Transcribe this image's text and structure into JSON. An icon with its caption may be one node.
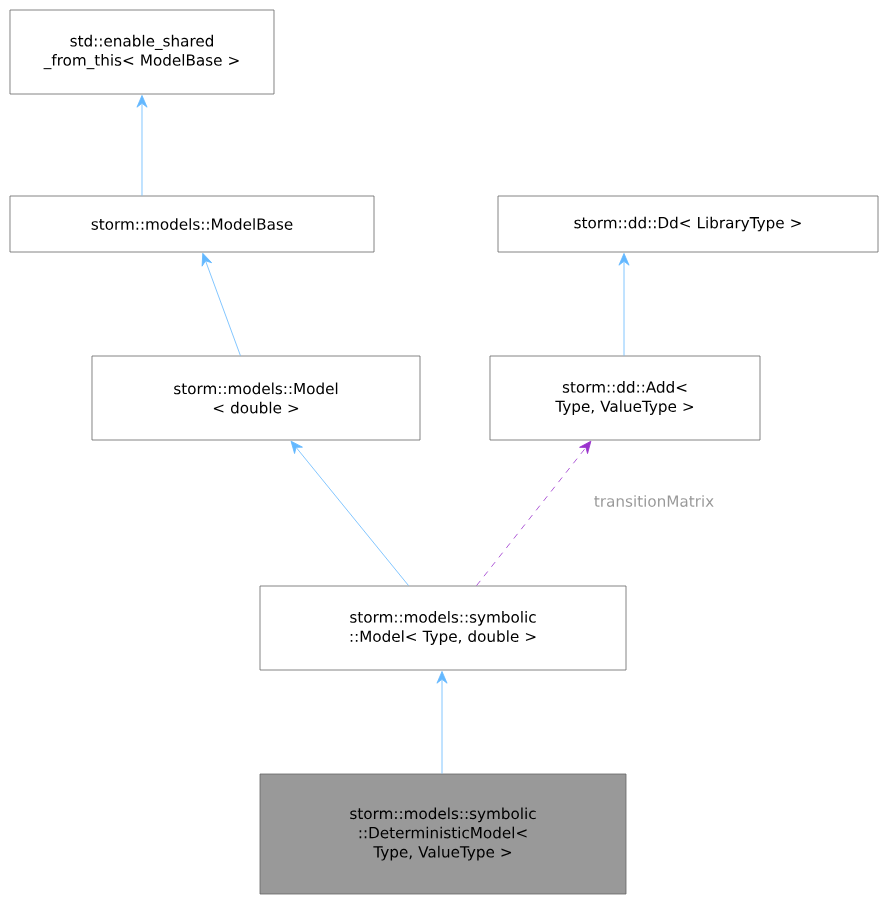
{
  "diagram": {
    "nodes": [
      {
        "text": [
          "std::enable_shared _from_this< ModelBase >"
        ]
      },
      {
        "text": [
          "storm::models::ModelBase"
        ]
      },
      {
        "text": [
          "storm::dd::Dd< LibraryType >"
        ]
      },
      {
        "text": [
          "storm::models::Model < double >"
        ]
      },
      {
        "text": [
          "storm::dd::Add< Type, ValueType >"
        ]
      },
      {
        "text": [
          "storm::models::symbolic ::Model< Type, double >"
        ]
      },
      {
        "text": [
          "storm::models::symbolic ::DeterministicModel< Type, ValueType >"
        ]
      }
    ],
    "edges": [
      {
        "from": 1,
        "to": 0,
        "arrow": "to"
      },
      {
        "from": 3,
        "to": 1,
        "arrow": "to"
      },
      {
        "from": 5,
        "to": 3,
        "arrow": "to"
      },
      {
        "from": 4,
        "to": 2,
        "arrow": "to"
      },
      {
        "from": 5,
        "to": 4,
        "arrow": "to",
        "style": "dashed",
        "color": "#9a32cd",
        "label": "transitionMatrix"
      },
      {
        "from": 6,
        "to": 5,
        "arrow": "to"
      }
    ]
  }
}
